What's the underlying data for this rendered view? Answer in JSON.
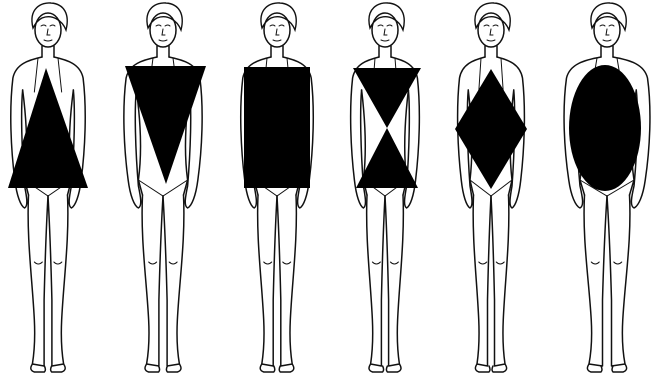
{
  "colors": {
    "background": "#ffffff",
    "line": "#111111",
    "shape_fill": "#000000"
  },
  "figures": [
    {
      "shape": "triangle"
    },
    {
      "shape": "inverted-triangle"
    },
    {
      "shape": "rectangle"
    },
    {
      "shape": "hourglass"
    },
    {
      "shape": "diamond"
    },
    {
      "shape": "oval"
    }
  ]
}
